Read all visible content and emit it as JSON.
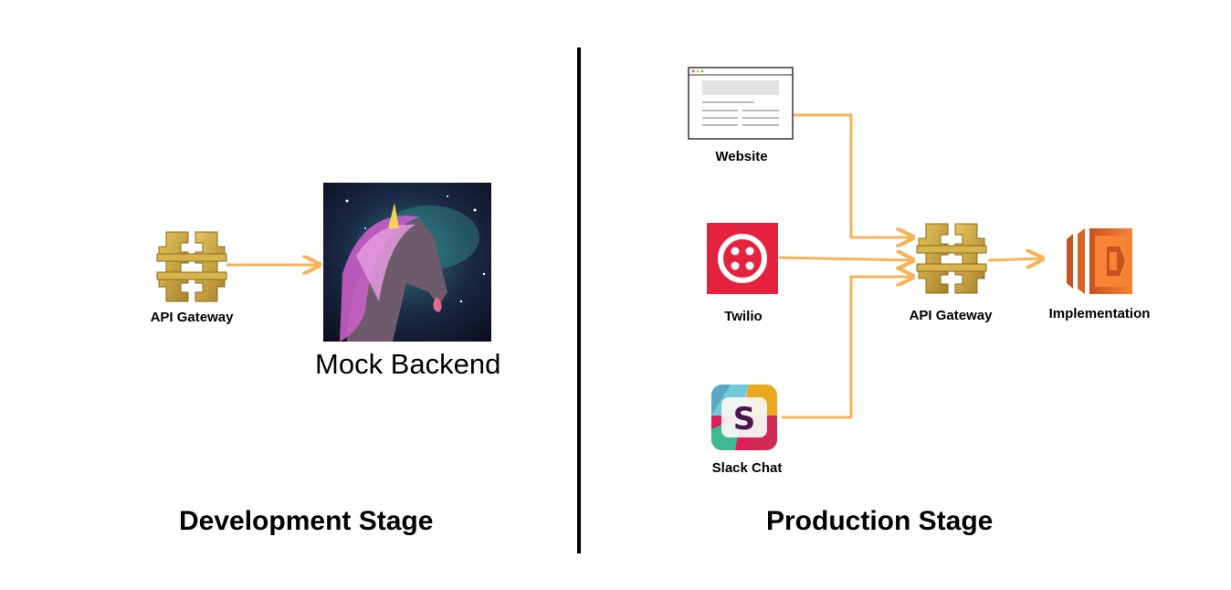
{
  "development": {
    "gateway_label": "API Gateway",
    "backend_label": "Mock Backend",
    "stage_title": "Development Stage"
  },
  "production": {
    "website_label": "Website",
    "twilio_label": "Twilio",
    "slack_label": "Slack Chat",
    "gateway_label": "API Gateway",
    "implementation_label": "Implementation",
    "stage_title": "Production Stage"
  },
  "colors": {
    "arrow": "#f7b358",
    "gateway_gold": "#c9a23f",
    "gateway_dark": "#8a6d1f",
    "lambda_orange": "#f58534",
    "lambda_dark": "#c7511f",
    "twilio_red": "#e5233f",
    "divider": "#000000"
  },
  "icons": {
    "gateway": "api-gateway-icon",
    "backend": "unicorn-image",
    "website": "browser-window-icon",
    "twilio": "twilio-logo-icon",
    "slack": "slack-logo-icon",
    "implementation": "lambda-icon"
  }
}
